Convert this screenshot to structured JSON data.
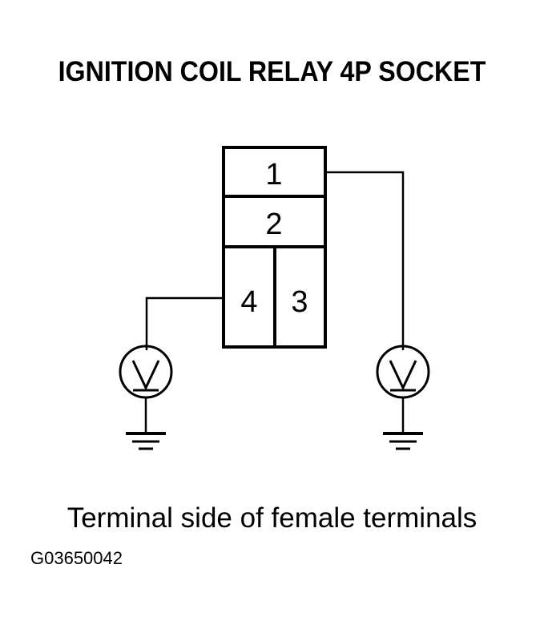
{
  "title": "IGNITION COIL RELAY 4P SOCKET",
  "socket": {
    "terminals": [
      "1",
      "2",
      "4",
      "3"
    ]
  },
  "meters": [
    {
      "icon": "voltmeter-icon",
      "connected_terminal": "4"
    },
    {
      "icon": "voltmeter-icon",
      "connected_terminal": "1"
    }
  ],
  "caption": "Terminal side of female terminals",
  "figure_id": "G03650042",
  "colors": {
    "ink": "#000000",
    "background": "#ffffff"
  }
}
